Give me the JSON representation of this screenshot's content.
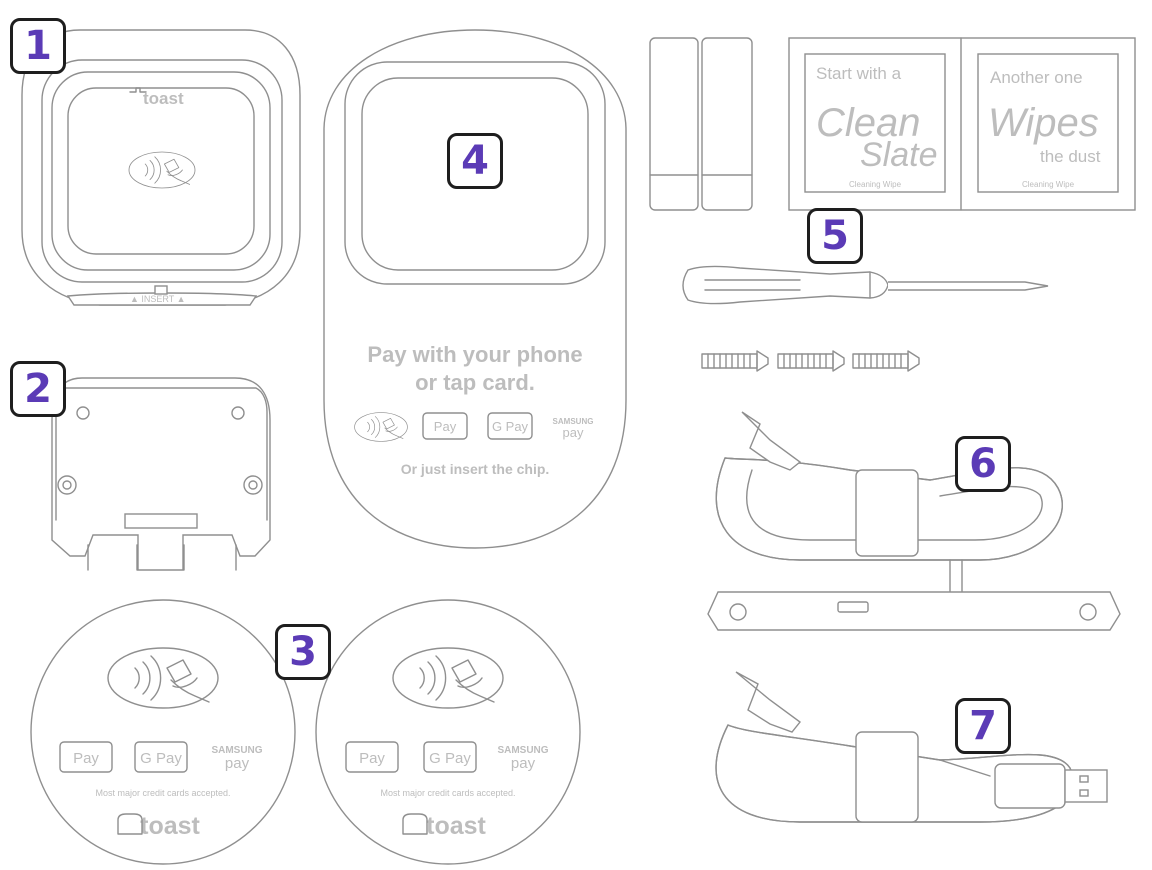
{
  "callouts": [
    "1",
    "2",
    "3",
    "4",
    "5",
    "6",
    "7"
  ],
  "reader": {
    "brand": "toast",
    "slot_label": "INSERT"
  },
  "stand": {
    "headline_line1": "Pay with your phone",
    "headline_line2": "or tap card.",
    "apple_pay": "Pay",
    "google_pay": "G Pay",
    "samsung_line1": "SAMSUNG",
    "samsung_line2": "pay",
    "footer": "Or just insert the chip."
  },
  "sticker": {
    "apple_pay": "Pay",
    "google_pay": "G Pay",
    "samsung_line1": "SAMSUNG",
    "samsung_line2": "pay",
    "accepted": "Most major credit cards accepted.",
    "brand": "toast"
  },
  "wipes": [
    {
      "line1": "Start with a",
      "script1": "Clean",
      "script2": "Slate",
      "caption": "Cleaning Wipe"
    },
    {
      "line1": "Another one",
      "script1": "Wipes",
      "line2": "the dust",
      "caption": "Cleaning Wipe"
    }
  ],
  "colors": {
    "callout_number": "#5b3bb6",
    "callout_border": "#1e1e1e",
    "line_art": "#8f8f8f",
    "print": "#bdbdbd"
  }
}
